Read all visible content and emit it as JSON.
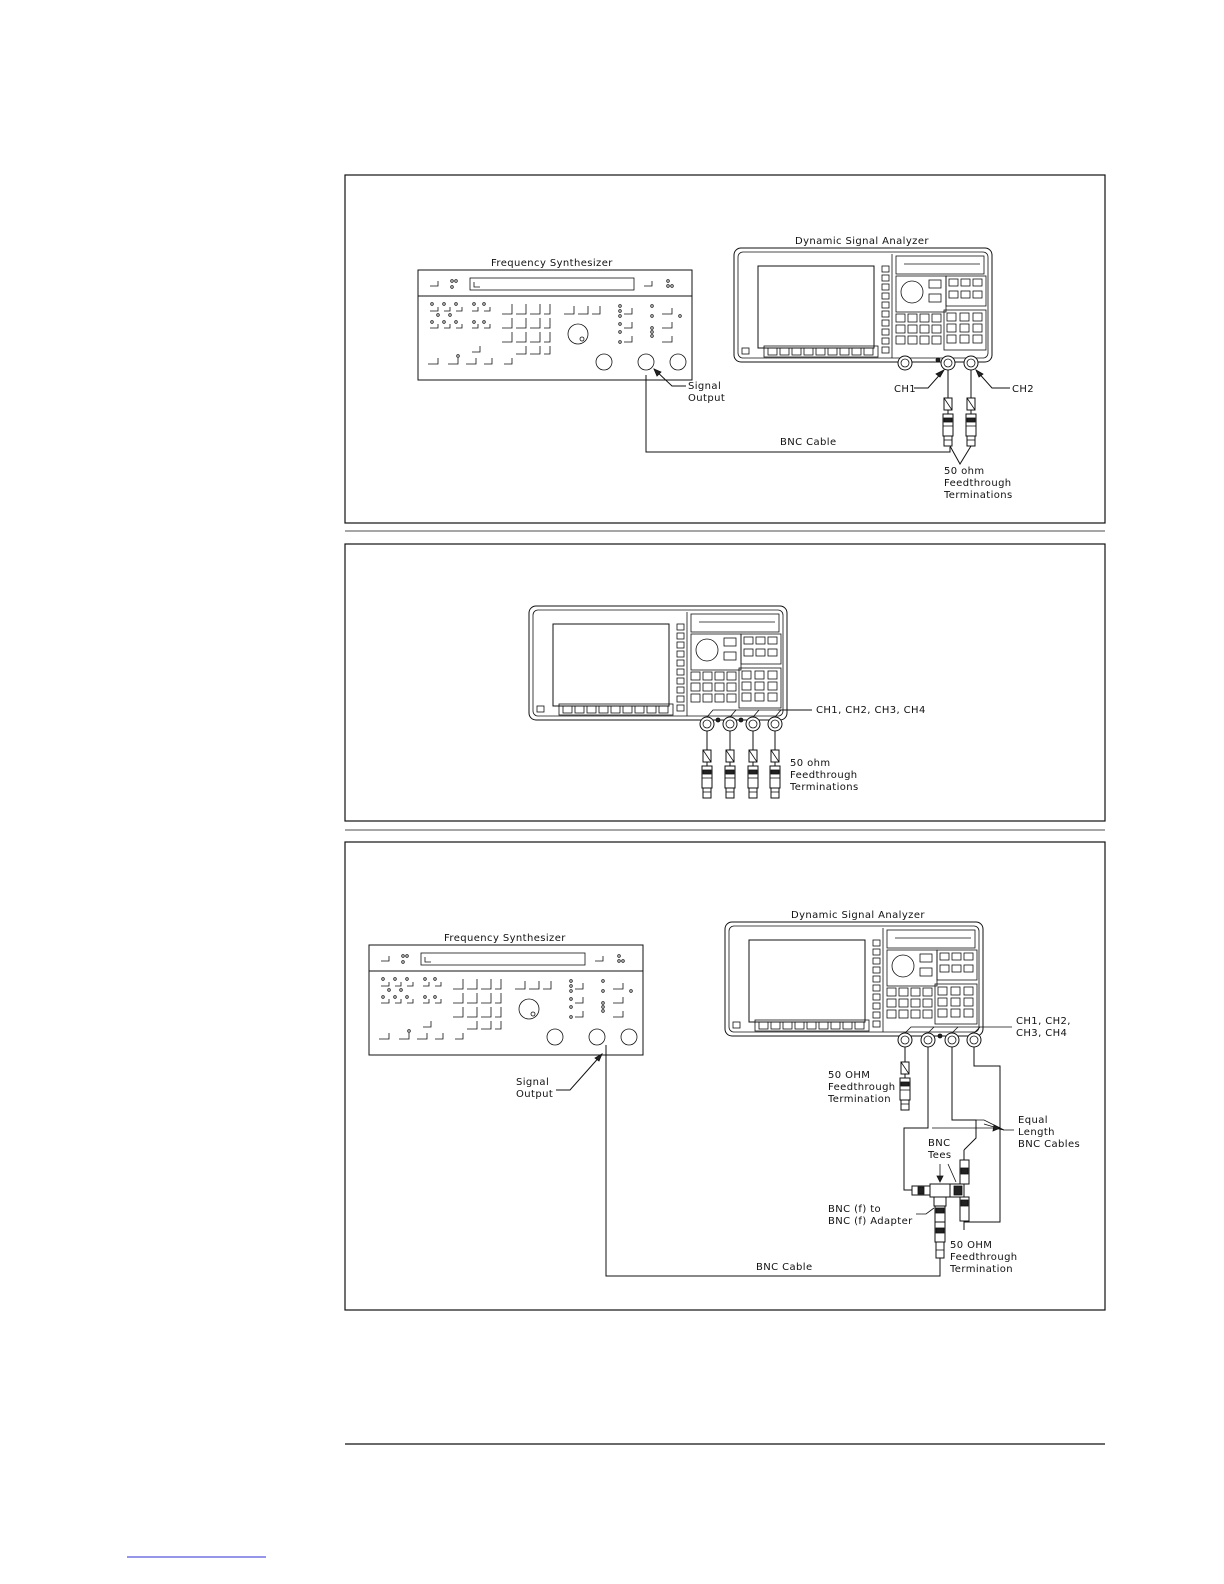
{
  "diagram1": {
    "synth_title": "Frequency Synthesizer",
    "analyzer_title": "Dynamic Signal Analyzer",
    "signal_output": [
      "Signal",
      "Output"
    ],
    "ch1": "CH1",
    "ch2": "CH2",
    "bnc_cable": "BNC Cable",
    "terminations": [
      "50 ohm",
      "Feedthrough",
      "Terminations"
    ]
  },
  "diagram2": {
    "channels": "CH1, CH2, CH3, CH4",
    "terminations": [
      "50 ohm",
      "Feedthrough",
      "Terminations"
    ]
  },
  "diagram3": {
    "synth_title": "Frequency Synthesizer",
    "analyzer_title": "Dynamic Signal Analyzer",
    "signal_output": [
      "Signal",
      "Output"
    ],
    "channels": [
      "CH1, CH2,",
      "CH3, CH4"
    ],
    "termination_top": [
      "50 OHM",
      "Feedthrough",
      "Termination"
    ],
    "equal_cables": [
      "Equal",
      "Length",
      "BNC Cables"
    ],
    "tees": [
      "BNC",
      "Tees"
    ],
    "adapter": [
      "BNC (f) to",
      "BNC (f) Adapter"
    ],
    "termination_bottom": [
      "50 OHM",
      "Feedthrough",
      "Termination"
    ],
    "bnc_cable": "BNC Cable"
  }
}
